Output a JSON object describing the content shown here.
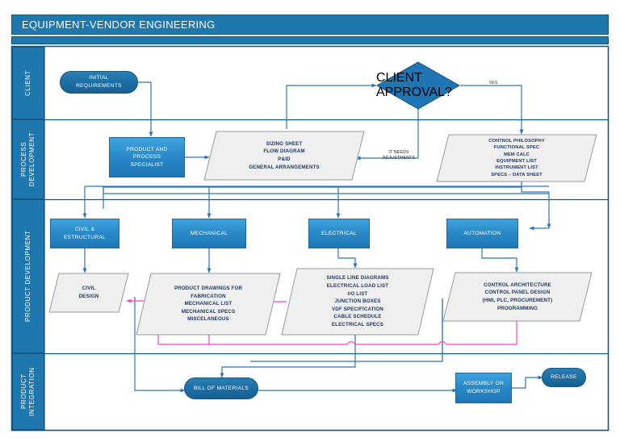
{
  "diagram": {
    "title": "EQUIPMENT-VENDOR ENGINEERING",
    "type": "swimlane-flowchart",
    "colors": {
      "lane_header": "#1f78ad",
      "lane_border": "#13567f",
      "pill_fill": "#1b6da2",
      "rect_fill": "#2b8ac9",
      "document_fill": "#efefef",
      "document_border": "#9a9a9a",
      "connector_blue": "#2e75b6",
      "connector_pink": "#ff3ec8",
      "document_text": "#1f3864",
      "canvas": "#ffffff"
    },
    "lanes": [
      {
        "id": "client",
        "label": "CLIENT"
      },
      {
        "id": "process-development",
        "label": "PROCESS DEVELOPMENT"
      },
      {
        "id": "product-development",
        "label": "PRODUCT DEVELOPMENT"
      },
      {
        "id": "product-integration",
        "label": "PRODUCT INTEGRATION"
      }
    ],
    "nodes": {
      "initial_requirements": {
        "label": "INITIAL\nREQUIREMENTS",
        "shape": "pill",
        "lane": "client"
      },
      "client_approval": {
        "label": "CLIENT\nAPPROVAL?",
        "shape": "diamond",
        "lane": "client"
      },
      "product_process_specialist": {
        "label": "PRODUCT AND\nPROCESS\nSPECIALIST",
        "shape": "rect",
        "lane": "process-development"
      },
      "process_documents": {
        "shape": "document",
        "lane": "process-development",
        "lines": [
          "SIZING SHEET",
          "FLOW DIAGRAM",
          "P&ID",
          "GENERAL ARRANGEMENTS"
        ]
      },
      "control_documents": {
        "shape": "document",
        "lane": "process-development",
        "lines": [
          "CONTROL PHILOSOPHY",
          "FUNCTIONAL SPEC",
          "MEM CALC",
          "EQUIPMENT LIST",
          "INSTRUMENT LIST",
          "SPECS – DATA SHEET"
        ]
      },
      "civil_structural": {
        "label": "CIVIL &\nESTRUCTURAL",
        "shape": "rect",
        "lane": "product-development"
      },
      "mechanical": {
        "label": "MECHANICAL",
        "shape": "rect",
        "lane": "product-development"
      },
      "electrical": {
        "label": "ELECTRICAL",
        "shape": "rect",
        "lane": "product-development"
      },
      "automation": {
        "label": "AUTOMATION",
        "shape": "rect",
        "lane": "product-development"
      },
      "civil_design_doc": {
        "shape": "document",
        "lane": "product-development",
        "lines": [
          "CIVIL",
          "DESIGN"
        ]
      },
      "mechanical_doc": {
        "shape": "document",
        "lane": "product-development",
        "lines": [
          "PRODUCT DRAWINGS FOR",
          "FABRICATION",
          "MECHANICAL LIST",
          "MECHANICAL SPECS",
          "MISCELANEOUS"
        ]
      },
      "electrical_doc": {
        "shape": "document",
        "lane": "product-development",
        "lines": [
          "SINGLE LINE DIAGRAMS",
          "ELECTRICAL LOAD LIST",
          "I/O LIST",
          "JUNCTION BOXES",
          "VDF SPECIFICATION",
          "CABLE SCHEDULE",
          "ELECTRICAL SPECS"
        ]
      },
      "automation_doc": {
        "shape": "document",
        "lane": "product-development",
        "lines": [
          "CONTROL ARCHITECTURE",
          "CONTROL PANEL DESIGN",
          "(HMI, PLC, PROCUREMENT)",
          "PROGRAMMING"
        ]
      },
      "bill_of_materials": {
        "label": "BILL OF MATERIALS",
        "shape": "pill",
        "lane": "product-integration"
      },
      "assembly_on_workshop": {
        "label": "ASSEMBLY ON\nWORKSHOP",
        "shape": "rect",
        "lane": "product-integration"
      },
      "release": {
        "label": "RELEASE",
        "shape": "pill",
        "lane": "product-integration"
      }
    },
    "edge_labels": {
      "yes": "YES",
      "needs_adjustments": "IT NEEDS\nADJUSTMENTS"
    }
  }
}
